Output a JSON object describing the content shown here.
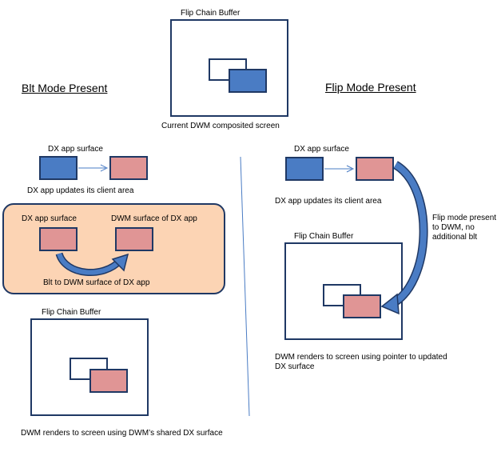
{
  "colors": {
    "outline": "#1f3864",
    "blue_surface": "#4a7cc4",
    "pink_surface": "#e09595",
    "panel_fill": "#fcd4b4",
    "arrow": "#4a7cc4",
    "divider": "#4a7cc4"
  },
  "top": {
    "title": "Flip Chain Buffer",
    "caption": "Current DWM composited screen"
  },
  "blt": {
    "heading": "Blt Mode Present",
    "surface_label": "DX app surface",
    "update_caption": "DX app updates its client area",
    "panel": {
      "left_label": "DX app surface",
      "right_label": "DWM surface of DX app",
      "caption": "Blt to DWM surface of DX app"
    },
    "buffer_title": "Flip Chain Buffer",
    "render_caption": "DWM renders to screen using DWM’s shared DX surface"
  },
  "flip": {
    "heading": "Flip Mode Present",
    "surface_label": "DX app surface",
    "update_caption": "DX app updates its client area",
    "arrow_note": "Flip mode present to DWM, no additional blt",
    "buffer_title": "Flip Chain Buffer",
    "render_caption": "DWM renders to screen using pointer to updated DX surface"
  }
}
